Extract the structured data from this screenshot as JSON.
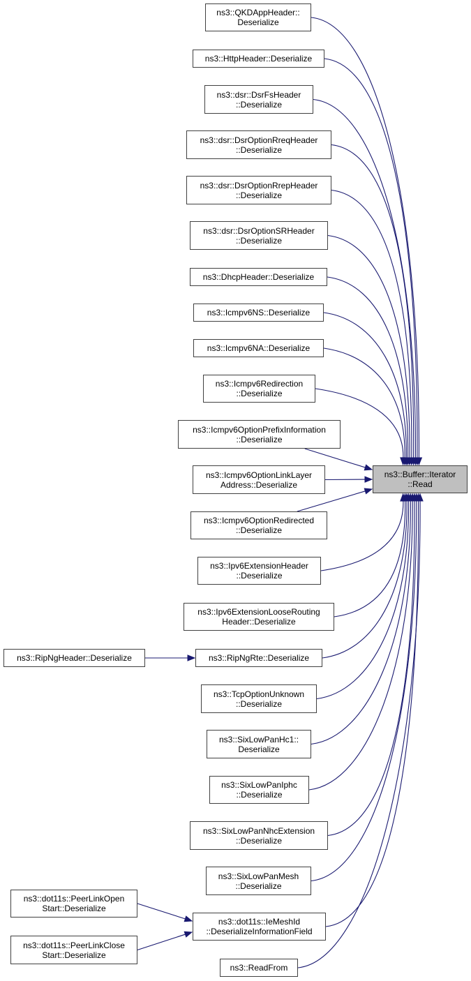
{
  "diagram": {
    "type": "caller-graph",
    "edge_color": "#191970",
    "target_fill": "#bfbfbf",
    "node_border": "#404040",
    "target": {
      "id": "read",
      "lines": [
        "ns3::Buffer::Iterator",
        "::Read"
      ]
    },
    "nodes": [
      {
        "id": "qkd",
        "lines": [
          "ns3::QKDAppHeader::",
          "Deserialize"
        ]
      },
      {
        "id": "http",
        "lines": [
          "ns3::HttpHeader::Deserialize"
        ]
      },
      {
        "id": "dsrfs",
        "lines": [
          "ns3::dsr::DsrFsHeader",
          "::Deserialize"
        ]
      },
      {
        "id": "rreq",
        "lines": [
          "ns3::dsr::DsrOptionRreqHeader",
          "::Deserialize"
        ]
      },
      {
        "id": "rrep",
        "lines": [
          "ns3::dsr::DsrOptionRrepHeader",
          "::Deserialize"
        ]
      },
      {
        "id": "srh",
        "lines": [
          "ns3::dsr::DsrOptionSRHeader",
          "::Deserialize"
        ]
      },
      {
        "id": "dhcp",
        "lines": [
          "ns3::DhcpHeader::Deserialize"
        ]
      },
      {
        "id": "ns",
        "lines": [
          "ns3::Icmpv6NS::Deserialize"
        ]
      },
      {
        "id": "na",
        "lines": [
          "ns3::Icmpv6NA::Deserialize"
        ]
      },
      {
        "id": "redir",
        "lines": [
          "ns3::Icmpv6Redirection",
          "::Deserialize"
        ]
      },
      {
        "id": "prefix",
        "lines": [
          "ns3::Icmpv6OptionPrefixInformation",
          "::Deserialize"
        ]
      },
      {
        "id": "linklayer",
        "lines": [
          "ns3::Icmpv6OptionLinkLayer",
          "Address::Deserialize"
        ]
      },
      {
        "id": "optredir",
        "lines": [
          "ns3::Icmpv6OptionRedirected",
          "::Deserialize"
        ]
      },
      {
        "id": "ipv6ext",
        "lines": [
          "ns3::Ipv6ExtensionHeader",
          "::Deserialize"
        ]
      },
      {
        "id": "loose",
        "lines": [
          "ns3::Ipv6ExtensionLooseRouting",
          "Header::Deserialize"
        ]
      },
      {
        "id": "ripngrte",
        "lines": [
          "ns3::RipNgRte::Deserialize"
        ]
      },
      {
        "id": "ripngheader",
        "lines": [
          "ns3::RipNgHeader::Deserialize"
        ]
      },
      {
        "id": "tcpopt",
        "lines": [
          "ns3::TcpOptionUnknown",
          "::Deserialize"
        ]
      },
      {
        "id": "hc1",
        "lines": [
          "ns3::SixLowPanHc1::",
          "Deserialize"
        ]
      },
      {
        "id": "iphc",
        "lines": [
          "ns3::SixLowPanIphc",
          "::Deserialize"
        ]
      },
      {
        "id": "nhcext",
        "lines": [
          "ns3::SixLowPanNhcExtension",
          "::Deserialize"
        ]
      },
      {
        "id": "mesh",
        "lines": [
          "ns3::SixLowPanMesh",
          "::Deserialize"
        ]
      },
      {
        "id": "meshid",
        "lines": [
          "ns3::dot11s::IeMeshId",
          "::DeserializeInformationField"
        ]
      },
      {
        "id": "plopen",
        "lines": [
          "ns3::dot11s::PeerLinkOpen",
          "Start::Deserialize"
        ]
      },
      {
        "id": "plclose",
        "lines": [
          "ns3::dot11s::PeerLinkClose",
          "Start::Deserialize"
        ]
      },
      {
        "id": "readfrom",
        "lines": [
          "ns3::ReadFrom"
        ]
      }
    ],
    "edges": [
      {
        "from": "qkd",
        "to": "read"
      },
      {
        "from": "http",
        "to": "read"
      },
      {
        "from": "dsrfs",
        "to": "read"
      },
      {
        "from": "rreq",
        "to": "read"
      },
      {
        "from": "rrep",
        "to": "read"
      },
      {
        "from": "srh",
        "to": "read"
      },
      {
        "from": "dhcp",
        "to": "read"
      },
      {
        "from": "ns",
        "to": "read"
      },
      {
        "from": "na",
        "to": "read"
      },
      {
        "from": "redir",
        "to": "read"
      },
      {
        "from": "prefix",
        "to": "read"
      },
      {
        "from": "linklayer",
        "to": "read"
      },
      {
        "from": "optredir",
        "to": "read"
      },
      {
        "from": "ipv6ext",
        "to": "read"
      },
      {
        "from": "loose",
        "to": "read"
      },
      {
        "from": "ripngrte",
        "to": "read"
      },
      {
        "from": "ripngheader",
        "to": "ripngrte"
      },
      {
        "from": "tcpopt",
        "to": "read"
      },
      {
        "from": "hc1",
        "to": "read"
      },
      {
        "from": "iphc",
        "to": "read"
      },
      {
        "from": "nhcext",
        "to": "read"
      },
      {
        "from": "mesh",
        "to": "read"
      },
      {
        "from": "meshid",
        "to": "read"
      },
      {
        "from": "plopen",
        "to": "meshid"
      },
      {
        "from": "plclose",
        "to": "meshid"
      },
      {
        "from": "readfrom",
        "to": "read"
      }
    ]
  }
}
